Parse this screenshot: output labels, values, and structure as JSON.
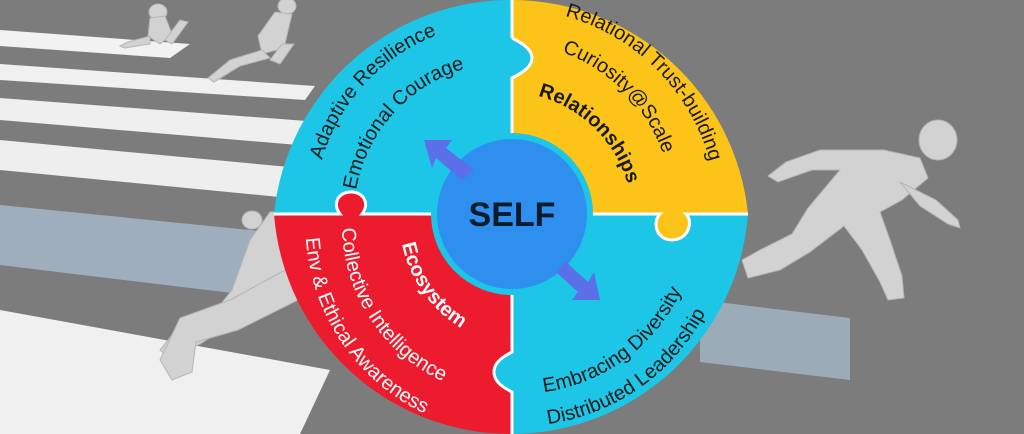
{
  "center": {
    "label": "SELF"
  },
  "quadrants": {
    "top_left": {
      "color": "#1dc6e6",
      "lines": [
        "Adaptive Resilience",
        "Emotional Courage"
      ]
    },
    "top_right": {
      "color": "#fcc419",
      "lines": [
        "Relational Trust-building",
        "Curiosity@Scale"
      ],
      "heading": "Relationships"
    },
    "bottom_right": {
      "color": "#1dc6e6",
      "lines": [
        "Embracing Diversity",
        "Distributed Leadership"
      ]
    },
    "bottom_left": {
      "color": "#ec1c2e",
      "lines": [
        "Collective Intelligence",
        "Env & Ethical Awareness"
      ],
      "heading": "Ecosystem"
    }
  },
  "colors": {
    "center": "#2f8fef",
    "arrow": "#5a6fe8",
    "background": "#7c7c7c"
  }
}
